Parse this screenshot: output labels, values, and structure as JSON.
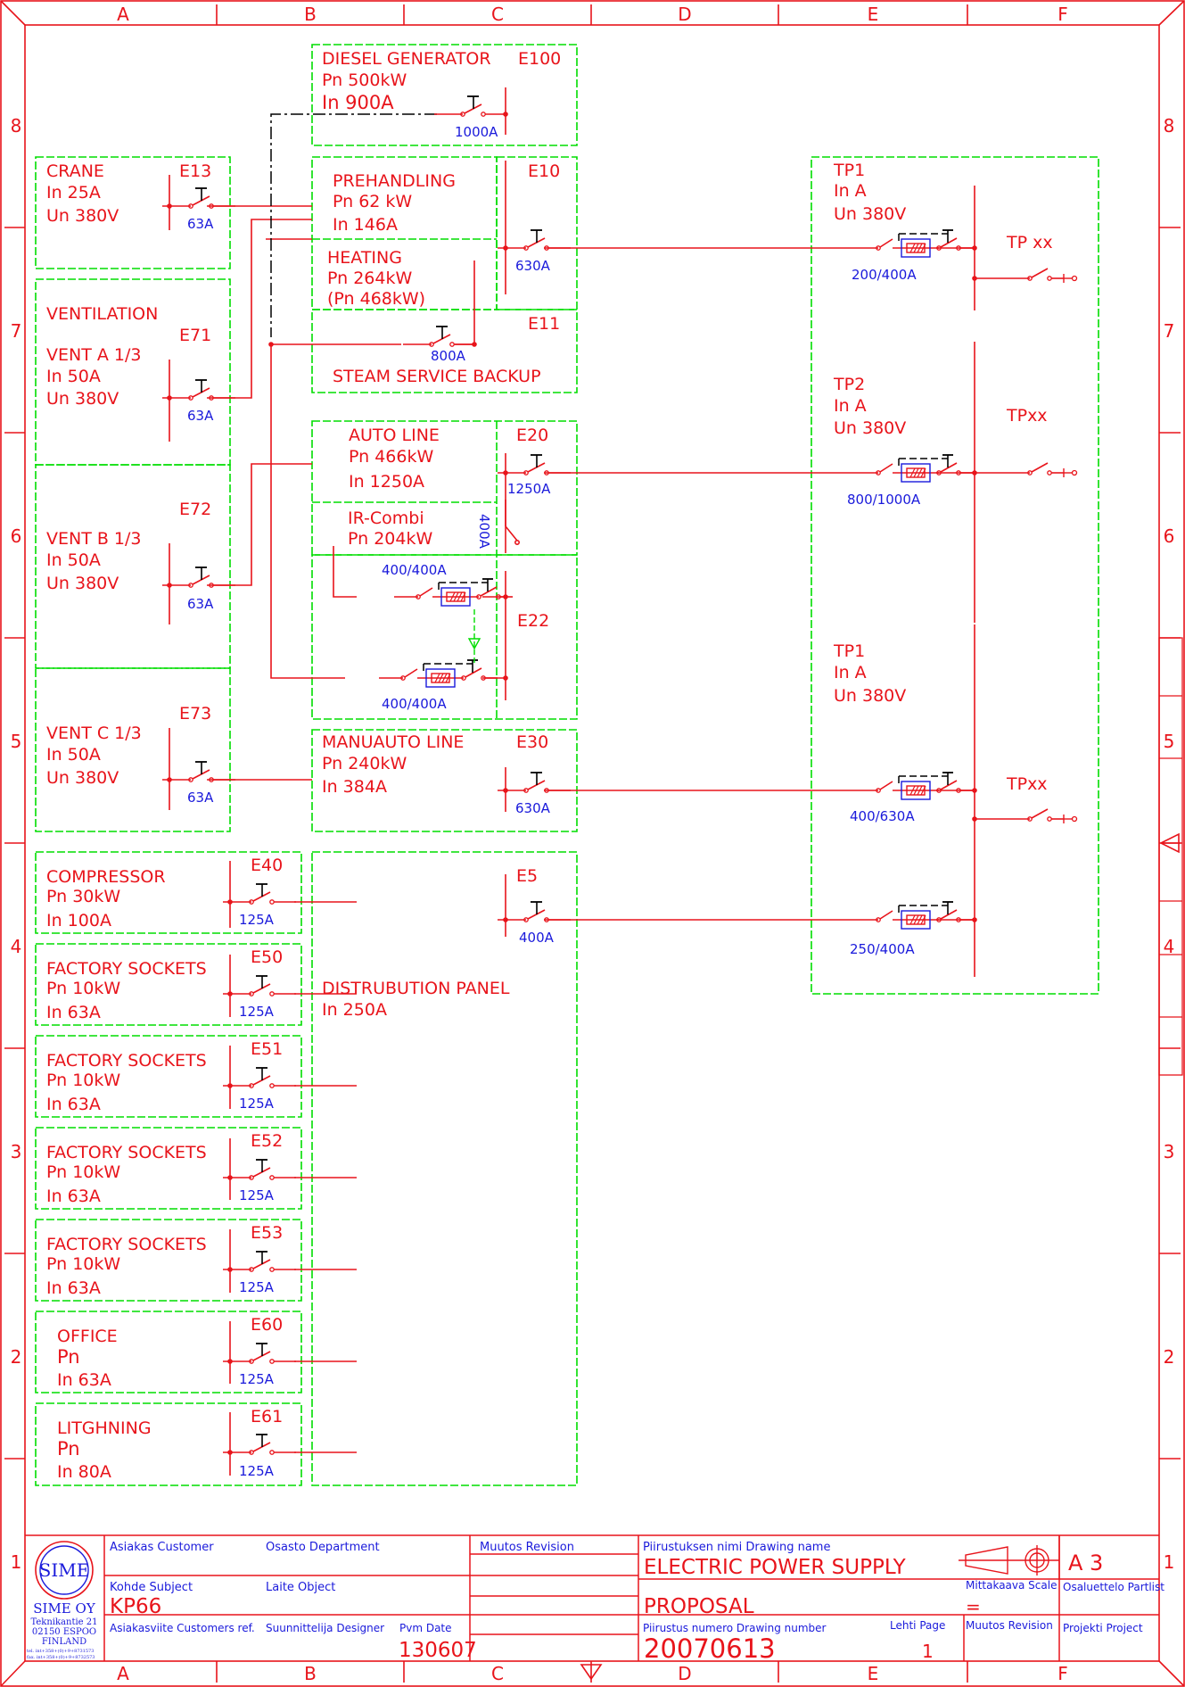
{
  "grid": {
    "columns": [
      "A",
      "B",
      "C",
      "D",
      "E",
      "F"
    ],
    "rows": [
      "8",
      "7",
      "6",
      "5",
      "4",
      "3",
      "2",
      "1"
    ]
  },
  "colors": {
    "circuit": "#e8141b",
    "box": "#00dd00",
    "rating": "#1a1adb",
    "frame": "#e8141b",
    "bus_dash": "#000000"
  },
  "blocks": {
    "diesel": {
      "title": "DIESEL GENERATOR",
      "line2": "Pn 500kW",
      "line3": "In  900A",
      "id": "E100",
      "rating": "1000A"
    },
    "crane": {
      "title": "CRANE",
      "line2": "In 25A",
      "line3": "Un 380V",
      "id": "E13",
      "rating": "63A"
    },
    "prehandling": {
      "title": "PREHANDLING",
      "line2": "Pn 62 kW",
      "line3": "In 146A"
    },
    "heating": {
      "title": "HEATING",
      "line2": "Pn 264kW",
      "line3": "(Pn 468kW)"
    },
    "e10": {
      "id": "E10",
      "rating": "630A"
    },
    "e11": {
      "id": "E11",
      "rating": "800A",
      "title": "STEAM SERVICE BACKUP"
    },
    "ventilation": {
      "title": "VENTILATION"
    },
    "vent_a": {
      "title": "VENT A 1/3",
      "line2": "In 50A",
      "line3": "Un 380V",
      "id": "E71",
      "rating": "63A"
    },
    "vent_b": {
      "title": "VENT B 1/3",
      "line2": "In 50A",
      "line3": "Un 380V",
      "id": "E72",
      "rating": "63A"
    },
    "vent_c": {
      "title": "VENT C 1/3",
      "line2": "In 50A",
      "line3": "Un 380V",
      "id": "E73",
      "rating": "63A"
    },
    "auto_line": {
      "title": "AUTO LINE",
      "line2": "Pn 466kW",
      "line3": "In 1250A",
      "id": "E20",
      "rating": "1250A",
      "sub_rating": "400A"
    },
    "ir_combi": {
      "title": "IR-Combi",
      "line2": "Pn 204kW"
    },
    "e22": {
      "id": "E22",
      "rating_top": "400/400A",
      "rating_bottom": "400/400A"
    },
    "manuauto": {
      "title": "MANUAUTO LINE",
      "line2": "Pn 240kW",
      "line3": "In 384A",
      "id": "E30",
      "rating": "630A"
    },
    "e5": {
      "id": "E5",
      "rating": "400A"
    },
    "distribution": {
      "title": "DISTRUBUTION PANEL",
      "line2": "In 250A"
    },
    "compressor": {
      "title": "COMPRESSOR",
      "line2": "Pn 30kW",
      "line3": "In 100A",
      "id": "E40",
      "rating": "125A"
    },
    "sockets_50": {
      "title": "FACTORY SOCKETS",
      "line2": "Pn 10kW",
      "line3": "In 63A",
      "id": "E50",
      "rating": "125A"
    },
    "sockets_51": {
      "title": "FACTORY SOCKETS",
      "line2": "Pn 10kW",
      "line3": "In 63A",
      "id": "E51",
      "rating": "125A"
    },
    "sockets_52": {
      "title": "FACTORY SOCKETS",
      "line2": "Pn 10kW",
      "line3": "In 63A",
      "id": "E52",
      "rating": "125A"
    },
    "sockets_53": {
      "title": "FACTORY SOCKETS",
      "line2": "Pn 10kW",
      "line3": "In 63A",
      "id": "E53",
      "rating": "125A"
    },
    "office": {
      "title": "OFFICE",
      "line2": "Pn",
      "line3": "In 63A",
      "id": "E60",
      "rating": "125A"
    },
    "lightning": {
      "title": "LITGHNING",
      "line2": "Pn",
      "line3": "In 80A",
      "id": "E61",
      "rating": "125A"
    },
    "tp1_top": {
      "title": "TP1",
      "line2": "In   A",
      "line3": "Un 380V",
      "rating": "200/400A",
      "out": "TP xx"
    },
    "tp2": {
      "title": "TP2",
      "line2": "In    A",
      "line3": "Un 380V",
      "rating": "800/1000A",
      "out": "TPxx"
    },
    "tp1_bottom": {
      "title": "TP1",
      "line2": "In   A",
      "line3": "Un 380V",
      "rating": "400/630A",
      "out": "TPxx",
      "rating2": "250/400A"
    }
  },
  "title_block": {
    "customer_label": "Asiakas  Customer",
    "department_label": "Osasto  Department",
    "revision_label": "Muutos    Revision",
    "drawing_name_label": "Piirustuksen nimi   Drawing name",
    "drawing_name": "ELECTRIC  POWER  SUPPLY",
    "size": "A 3",
    "subject_label": "Kohde  Subject",
    "object_label": "Laite  Object",
    "scale_label": "Mittakaava   Scale",
    "partlist_label": "Osaluettelo  Partlist",
    "subject": "KP66",
    "status": "PROPOSAL",
    "scale": "=",
    "customer_ref_label": "Asiakasviite  Customers ref.",
    "designer_label": "Suunnittelija  Designer",
    "date_label": "Pvm  Date",
    "drawing_number_label": "Piirustus numero   Drawing number",
    "page_label": "Lehti   Page",
    "revision2_label": "Muutos   Revision",
    "project_label": "Projekti  Project",
    "date": "130607",
    "drawing_number": "20070613",
    "page": "1",
    "company": {
      "logo": "SIME",
      "name": "SIME OY",
      "street": "Teknikantie 21",
      "city": "02150 ESPOO",
      "country": "FINLAND",
      "tel": "tel. int+358+(0)+9+8731573",
      "fax": "fax. int+358+(0)+9+8732573"
    }
  }
}
